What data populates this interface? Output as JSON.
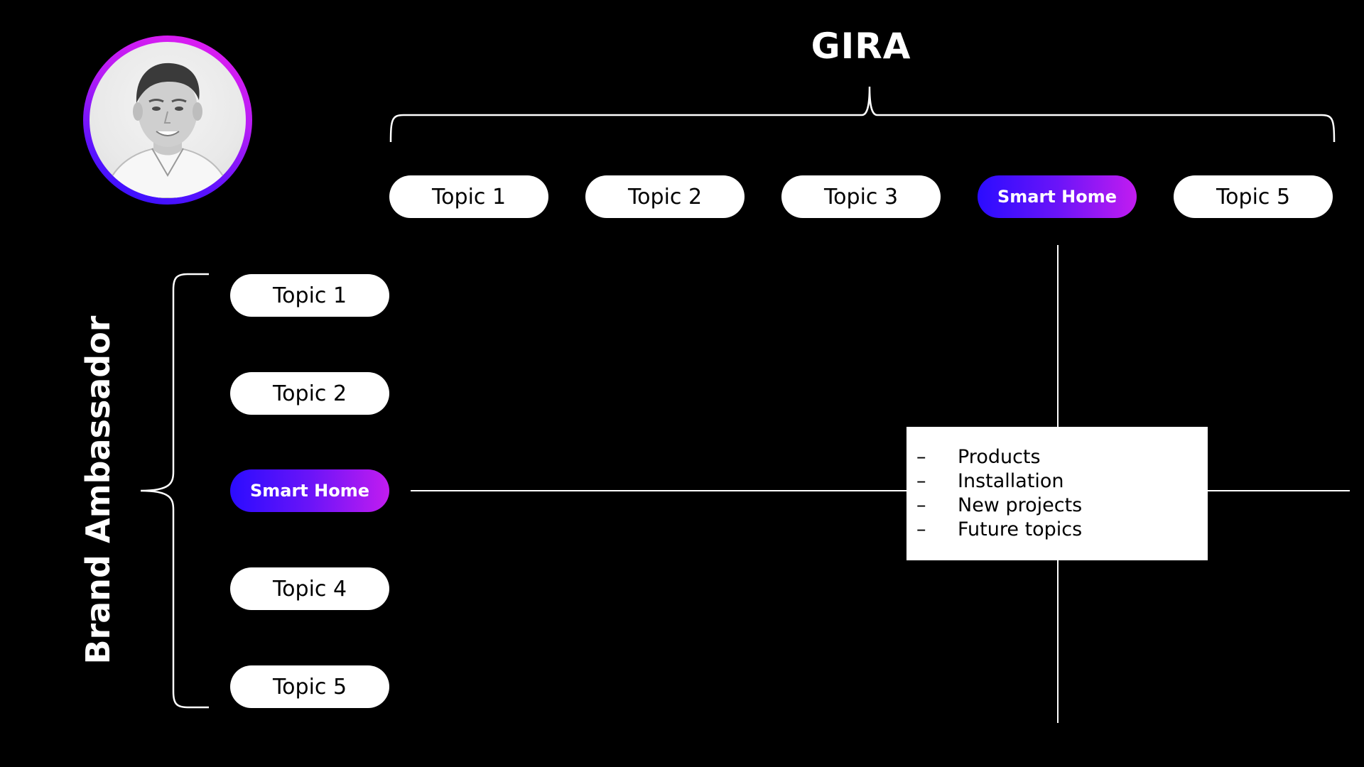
{
  "title": "GIRA",
  "side_label": "Brand Ambassador",
  "top_topics": [
    "Topic 1",
    "Topic 2",
    "Topic 3",
    "Smart Home",
    "Topic 5"
  ],
  "left_topics": [
    "Topic 1",
    "Topic 2",
    "Smart Home",
    "Topic 4",
    "Topic 5"
  ],
  "highlight_topic": "Smart Home",
  "detail_items": [
    "Products",
    "Installation",
    "New projects",
    "Future topics"
  ],
  "detail_bullet": "–",
  "colors": {
    "background": "#000000",
    "accent_start": "#2b0cff",
    "accent_end": "#c21cf0",
    "pill": "#ffffff",
    "line": "#ffffff"
  },
  "icons": {
    "avatar": "person-photo"
  }
}
